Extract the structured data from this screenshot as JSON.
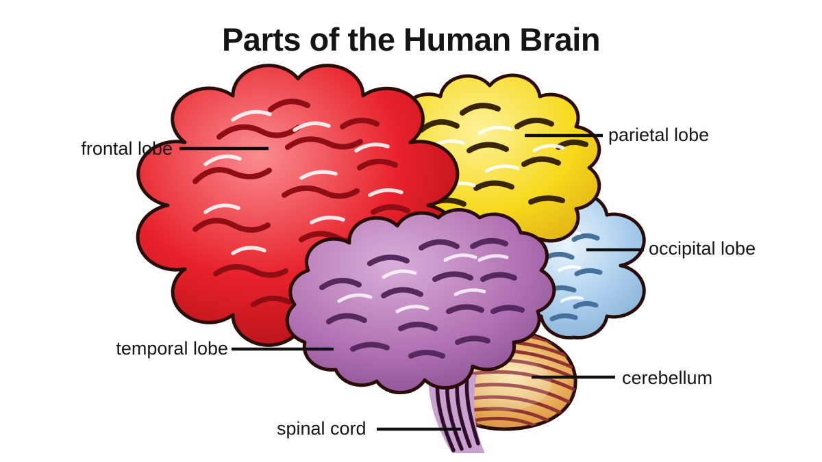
{
  "title": "Parts of the Human Brain",
  "labels": {
    "frontal": "frontal lobe",
    "parietal": "parietal lobe",
    "occipital": "occipital lobe",
    "temporal": "temporal lobe",
    "cerebellum": "cerebellum",
    "spinal": "spinal cord"
  },
  "colors": {
    "background": "#ffffff",
    "text": "#161616",
    "leader_line": "#101010",
    "outline": "#2a0c08",
    "frontal_light": "#fa8d90",
    "frontal": "#e8212b",
    "frontal_deep": "#a80f16",
    "frontal_sulci": "#8e0e13",
    "parietal_light": "#fcf29a",
    "parietal": "#f7d91c",
    "parietal_deep": "#d9a713",
    "parietal_sulci": "#3a2606",
    "occipital_light": "#e9f4fc",
    "occipital": "#a9cdec",
    "occipital_deep": "#7fa8cf",
    "occipital_sulci": "#46719c",
    "temporal_light": "#d9aed9",
    "temporal": "#b273b4",
    "temporal_deep": "#7e4788",
    "temporal_sulci": "#55295e",
    "cerebellum_light": "#f9e7ac",
    "cerebellum": "#e5a44e",
    "cerebellum_deep": "#c07a2e",
    "cerebellum_stripe": "#8f3430",
    "spinal": "#c9a0cf",
    "spinal_stripe": "#2e0f28",
    "highlight": "#ffffff"
  }
}
